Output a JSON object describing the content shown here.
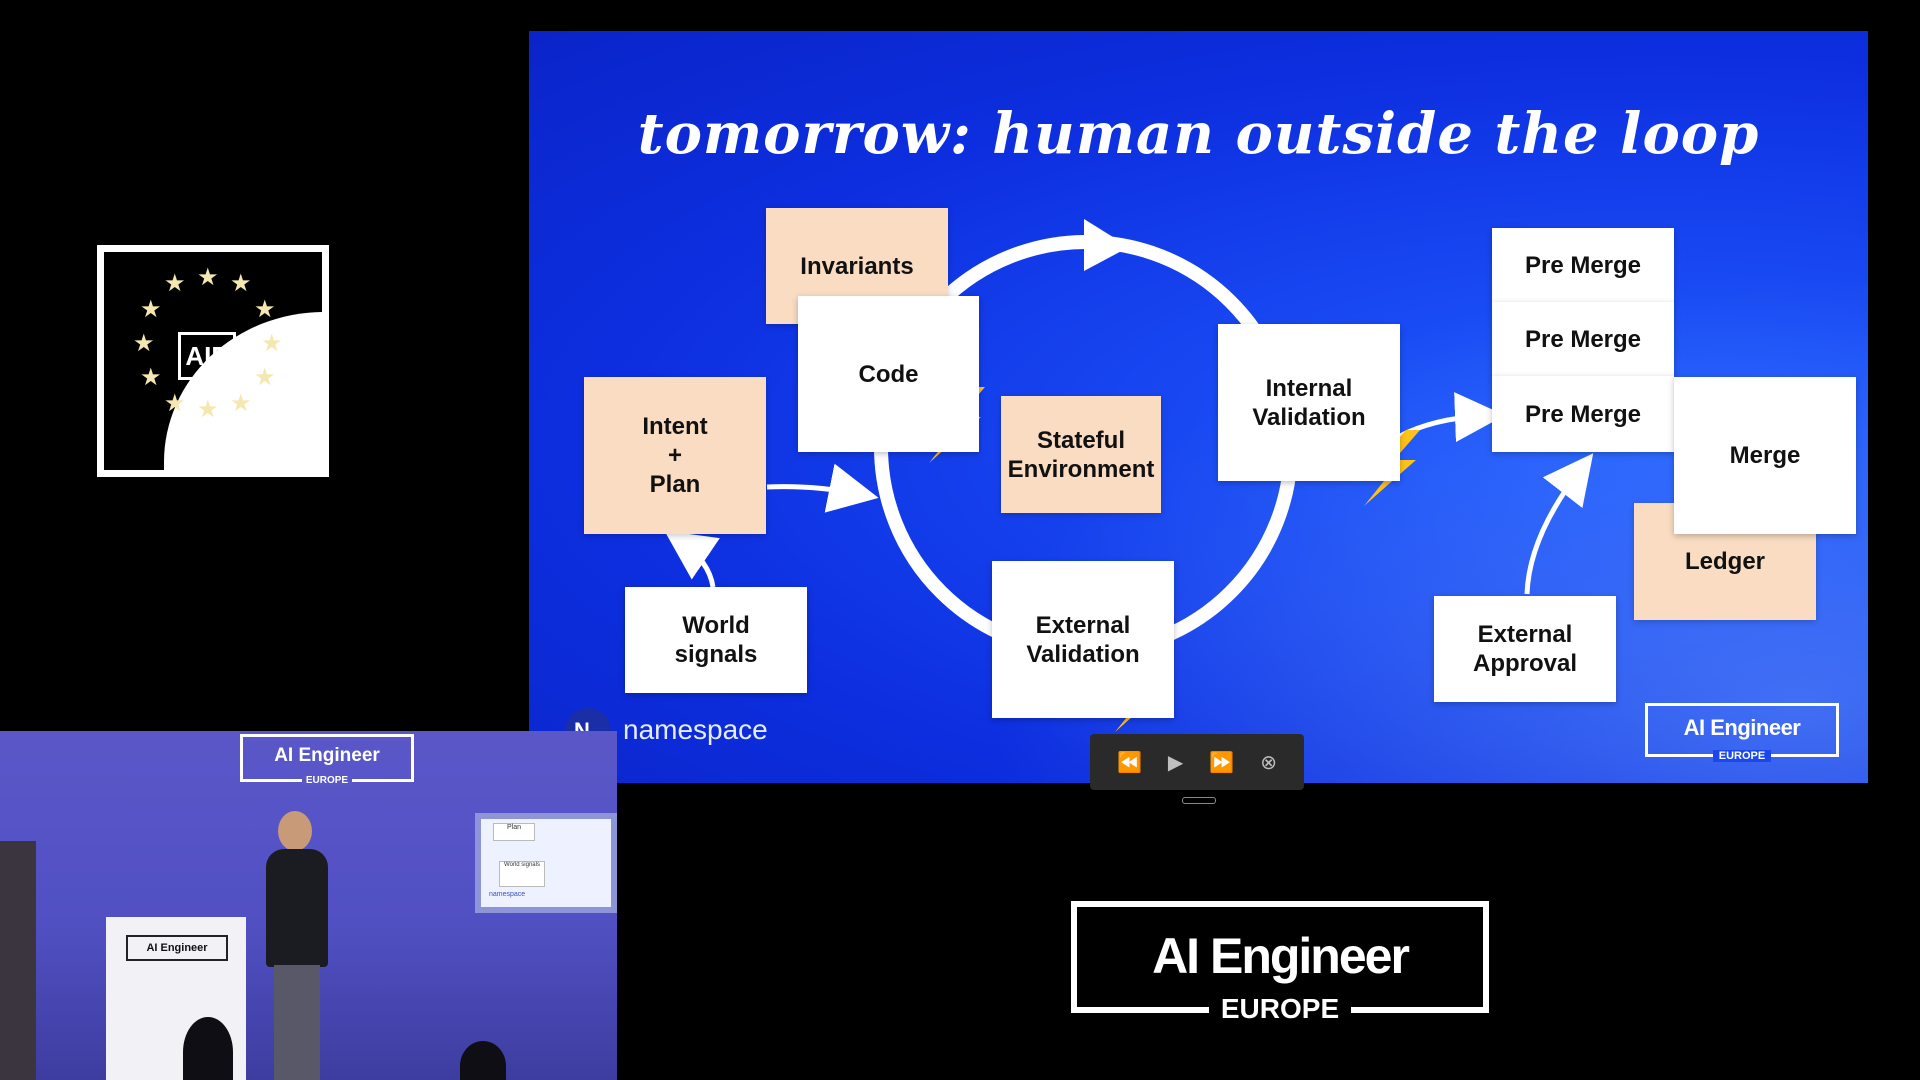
{
  "badge": {
    "label": "AIE"
  },
  "slide": {
    "title": "tomorrow: human outside the loop",
    "boxes": {
      "invariants": "Invariants",
      "code": "Code",
      "intent_plan": "Intent\n+\nPlan",
      "world_signals": "World\nsignals",
      "stateful_environment": "Stateful\nEnvironment",
      "internal_validation": "Internal\nValidation",
      "external_validation": "External\nValidation",
      "pre_merge_1": "Pre Merge",
      "pre_merge_2": "Pre Merge",
      "pre_merge_3": "Pre Merge",
      "merge": "Merge",
      "ledger": "Ledger",
      "external_approval": "External\nApproval"
    },
    "footer": {
      "logo_letter": "N_",
      "brand": "namespace",
      "event_title": "AI Engineer",
      "event_sub": "EUROPE"
    },
    "colors": {
      "background": "#1745f0",
      "peach": "#f9dcc2",
      "lightning": "#ffc21a"
    }
  },
  "controls": {
    "rewind": "⏪",
    "play": "▶",
    "forward": "⏩",
    "close": "⊗"
  },
  "camera": {
    "sign_title": "AI Engineer",
    "sign_sub": "EUROPE",
    "podium_sign": "AI Engineer",
    "screen_box1": "Plan",
    "screen_box2": "World signals",
    "screen_brand": "namespace"
  },
  "event_logo": {
    "title": "AI Engineer",
    "sub": "EUROPE"
  }
}
